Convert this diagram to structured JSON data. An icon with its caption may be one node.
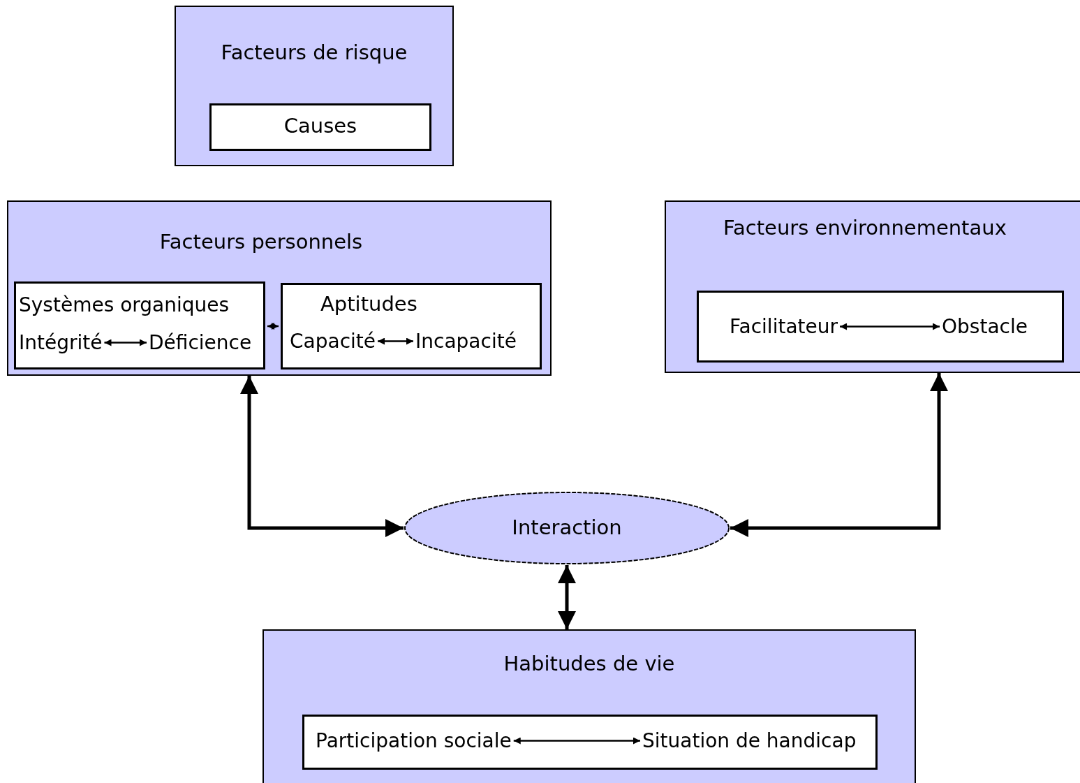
{
  "diagram": {
    "nodes": [
      {
        "text": [
          "Facteurs de risque"
        ]
      },
      {
        "text": [
          "Causes"
        ],
        "in": 0
      },
      {
        "text": [
          "Facteurs personnels"
        ]
      },
      {
        "text": [
          "Systèmes organiques"
        ],
        "in": 2
      },
      {
        "text": [
          "Intégrité"
        ],
        "in": 3
      },
      {
        "text": [
          "Déficience"
        ],
        "in": 3
      },
      {
        "text": [
          "Aptitudes"
        ],
        "in": 2
      },
      {
        "text": [
          "Capacité"
        ],
        "in": 6
      },
      {
        "text": [
          "Incapacité"
        ],
        "in": 6
      },
      {
        "text": [
          "Facteurs environnementaux"
        ]
      },
      {
        "text": [],
        "shape": "box",
        "in": 9
      },
      {
        "text": [
          "Facilitateur"
        ],
        "in": 10
      },
      {
        "text": [
          "Obstacle"
        ],
        "in": 10
      },
      {
        "text": [
          "Interaction"
        ]
      },
      {
        "text": [
          "Habitudes de vie"
        ]
      },
      {
        "text": [],
        "shape": "box",
        "in": 14
      },
      {
        "text": [
          "Participation sociale"
        ],
        "in": 15
      },
      {
        "text": [
          "Situation de handicap"
        ],
        "in": 15
      }
    ],
    "edges": [
      {
        "from": 4,
        "to": 5,
        "arrow": "both"
      },
      {
        "from": 3,
        "to": 6,
        "arrow": "both"
      },
      {
        "from": 7,
        "to": 8,
        "arrow": "both"
      },
      {
        "from": 11,
        "to": 12,
        "arrow": "both"
      },
      {
        "from": 16,
        "to": 17,
        "arrow": "both"
      },
      {
        "from": 2,
        "to": 13,
        "arrow": "both",
        "style": "thick"
      },
      {
        "from": 9,
        "to": 13,
        "arrow": "both",
        "style": "thick"
      },
      {
        "from": 13,
        "to": 14,
        "arrow": "both",
        "style": "thick"
      }
    ]
  }
}
